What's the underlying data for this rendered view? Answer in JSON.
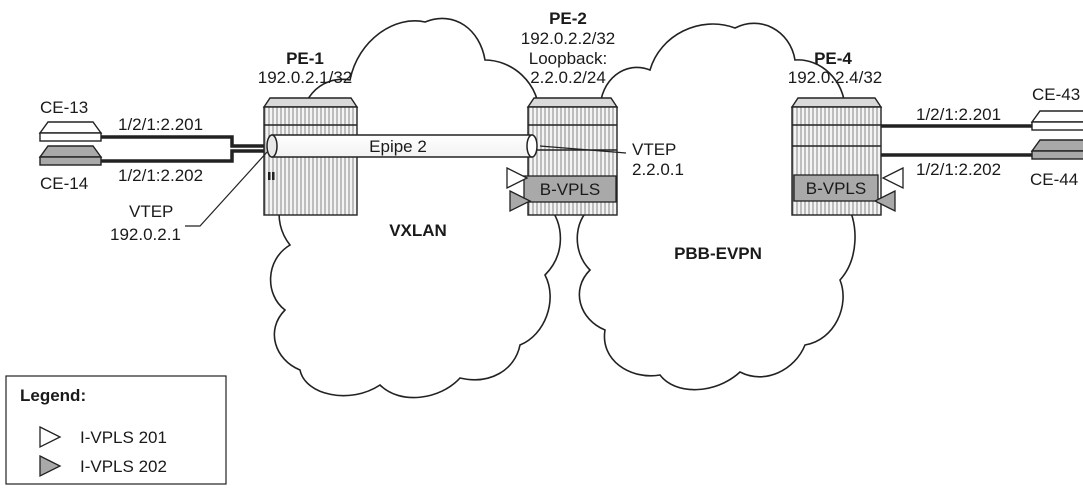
{
  "nodes": {
    "pe1": {
      "name": "PE-1",
      "ip": "192.0.2.1/32"
    },
    "pe2": {
      "name": "PE-2",
      "ip": "192.0.2.2/32",
      "loopback_label": "Loopback:",
      "loopback": "2.2.0.2/24"
    },
    "pe4": {
      "name": "PE-4",
      "ip": "192.0.2.4/32"
    },
    "ce13": {
      "name": "CE-13"
    },
    "ce14": {
      "name": "CE-14"
    },
    "ce43": {
      "name": "CE-43"
    },
    "ce44": {
      "name": "CE-44"
    }
  },
  "links": {
    "pe1_ce13": "1/2/1:2.201",
    "pe1_ce14": "1/2/1:2.202",
    "pe4_ce43": "1/2/1:2.201",
    "pe4_ce44": "1/2/1:2.202"
  },
  "tunnel": {
    "label": "Epipe 2"
  },
  "vtep_pe1": {
    "label": "VTEP",
    "ip": "192.0.2.1"
  },
  "vtep_pe2": {
    "label": "VTEP",
    "ip": "2.2.0.1"
  },
  "bvpls": {
    "pe2": "B-VPLS",
    "pe4": "B-VPLS"
  },
  "clouds": {
    "vxlan": "VXLAN",
    "pbb_evpn": "PBB-EVPN"
  },
  "legend": {
    "title": "Legend:",
    "items": [
      {
        "label": "I-VPLS 201",
        "fill": "#ffffff"
      },
      {
        "label": "I-VPLS 202",
        "fill": "#a9a9a9"
      }
    ]
  },
  "colors": {
    "grey": "#a9a9a9",
    "stroke": "#222222",
    "router_top": "#d9d9d9"
  }
}
